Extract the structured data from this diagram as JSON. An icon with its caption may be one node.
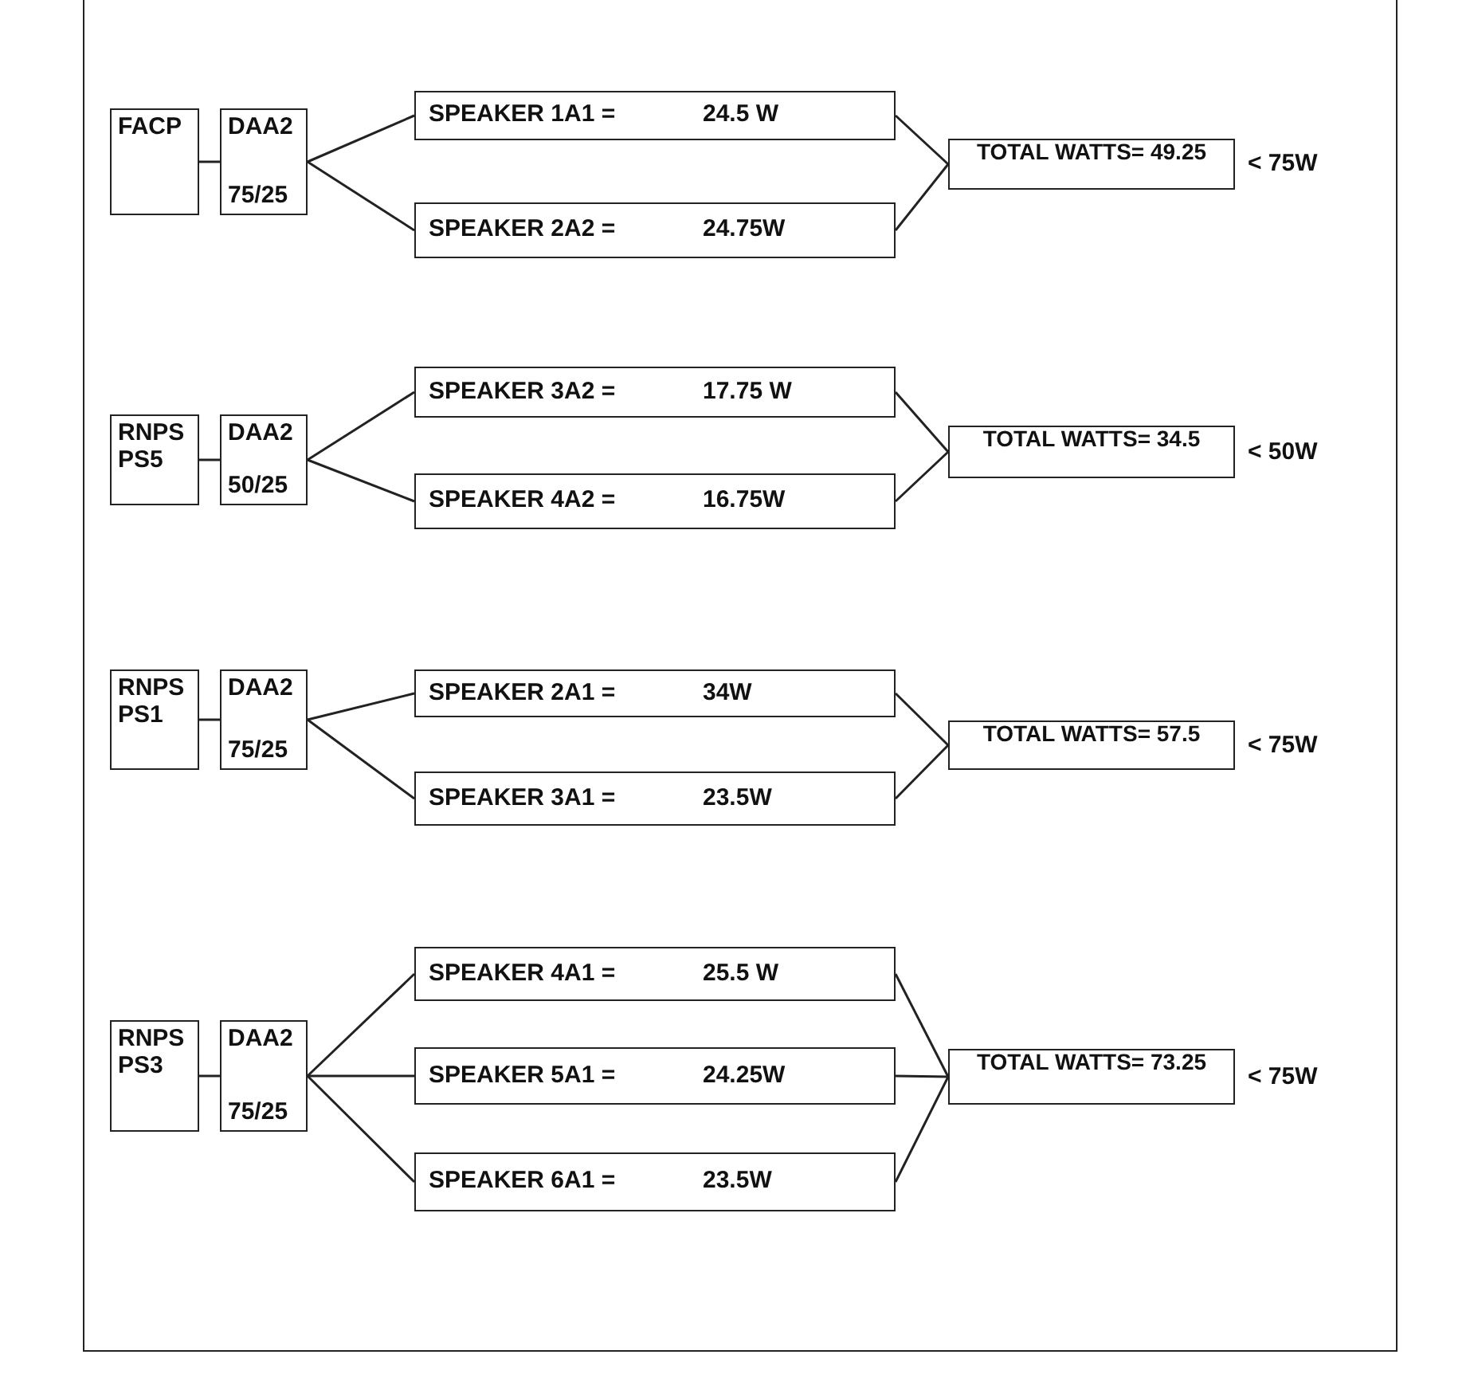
{
  "diagram": {
    "nodes": [
      {
        "text": [
          "FACP"
        ]
      },
      {
        "text": [
          "DAA2",
          "75/25"
        ]
      },
      {
        "text": [
          "SPEAKER 1A1 =",
          "24.5 W"
        ]
      },
      {
        "text": [
          "SPEAKER 2A2 =",
          "24.75W"
        ]
      },
      {
        "text": [
          "TOTAL WATTS= 49.25"
        ],
        "beside": [
          "< 75W"
        ]
      },
      {
        "text": [
          "RNPS PS5"
        ]
      },
      {
        "text": [
          "DAA2",
          "50/25"
        ]
      },
      {
        "text": [
          "SPEAKER 3A2 =",
          "17.75 W"
        ]
      },
      {
        "text": [
          "SPEAKER 4A2 =",
          "16.75W"
        ]
      },
      {
        "text": [
          "TOTAL WATTS= 34.5"
        ],
        "beside": [
          "< 50W"
        ]
      },
      {
        "text": [
          "RNPS PS1"
        ]
      },
      {
        "text": [
          "DAA2",
          "75/25"
        ]
      },
      {
        "text": [
          "SPEAKER 2A1 =",
          "34W"
        ]
      },
      {
        "text": [
          "SPEAKER 3A1 =",
          "23.5W"
        ]
      },
      {
        "text": [
          "TOTAL WATTS= 57.5"
        ],
        "beside": [
          "< 75W"
        ]
      },
      {
        "text": [
          "RNPS PS3"
        ]
      },
      {
        "text": [
          "DAA2",
          "75/25"
        ]
      },
      {
        "text": [
          "SPEAKER 4A1 =",
          "25.5 W"
        ]
      },
      {
        "text": [
          "SPEAKER 5A1 =",
          "24.25W"
        ]
      },
      {
        "text": [
          "SPEAKER 6A1 =",
          "23.5W"
        ]
      },
      {
        "text": [
          "TOTAL WATTS= 73.25"
        ],
        "beside": [
          "< 75W"
        ]
      }
    ],
    "edges": [
      {
        "from": 0,
        "to": 1,
        "arrow": "none"
      },
      {
        "from": 1,
        "to": 2,
        "arrow": "none"
      },
      {
        "from": 1,
        "to": 3,
        "arrow": "none"
      },
      {
        "from": 2,
        "to": 4,
        "arrow": "none"
      },
      {
        "from": 3,
        "to": 4,
        "arrow": "none"
      },
      {
        "from": 5,
        "to": 6,
        "arrow": "none"
      },
      {
        "from": 6,
        "to": 7,
        "arrow": "none"
      },
      {
        "from": 6,
        "to": 8,
        "arrow": "none"
      },
      {
        "from": 7,
        "to": 9,
        "arrow": "none"
      },
      {
        "from": 8,
        "to": 9,
        "arrow": "none"
      },
      {
        "from": 10,
        "to": 11,
        "arrow": "none"
      },
      {
        "from": 11,
        "to": 12,
        "arrow": "none"
      },
      {
        "from": 11,
        "to": 13,
        "arrow": "none"
      },
      {
        "from": 12,
        "to": 14,
        "arrow": "none"
      },
      {
        "from": 13,
        "to": 14,
        "arrow": "none"
      },
      {
        "from": 15,
        "to": 16,
        "arrow": "none"
      },
      {
        "from": 16,
        "to": 17,
        "arrow": "none"
      },
      {
        "from": 16,
        "to": 18,
        "arrow": "none"
      },
      {
        "from": 16,
        "to": 19,
        "arrow": "none"
      },
      {
        "from": 17,
        "to": 20,
        "arrow": "none"
      },
      {
        "from": 18,
        "to": 20,
        "arrow": "none"
      },
      {
        "from": 19,
        "to": 20,
        "arrow": "none"
      }
    ]
  }
}
